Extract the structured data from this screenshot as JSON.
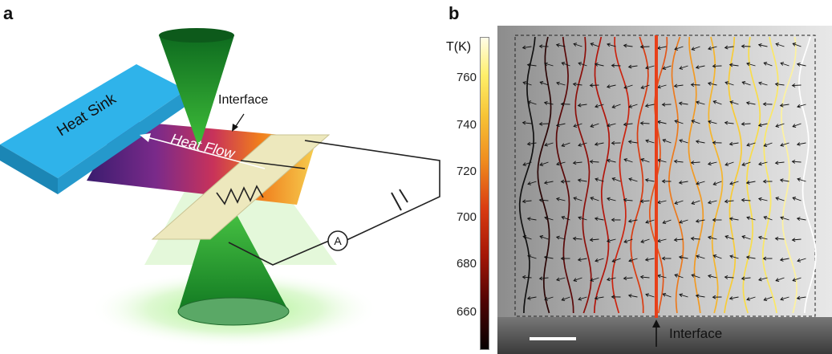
{
  "panel_a": {
    "label": "a",
    "heat_sink_label": "Heat Sink",
    "heat_flow_label": "Heat Flow",
    "interface_label": "Interface",
    "ammeter_label": "A"
  },
  "panel_b": {
    "label": "b",
    "colorbar_title": "T(K)",
    "colorbar_ticks": [
      "760",
      "740",
      "720",
      "700",
      "680",
      "660"
    ],
    "interface_label": "Interface"
  },
  "colors": {
    "heat_sink": "#2fb3ea",
    "laser_green": "#1f8a2a",
    "heater_strip": "#ede8bd",
    "interface_line": "#e8401a"
  }
}
